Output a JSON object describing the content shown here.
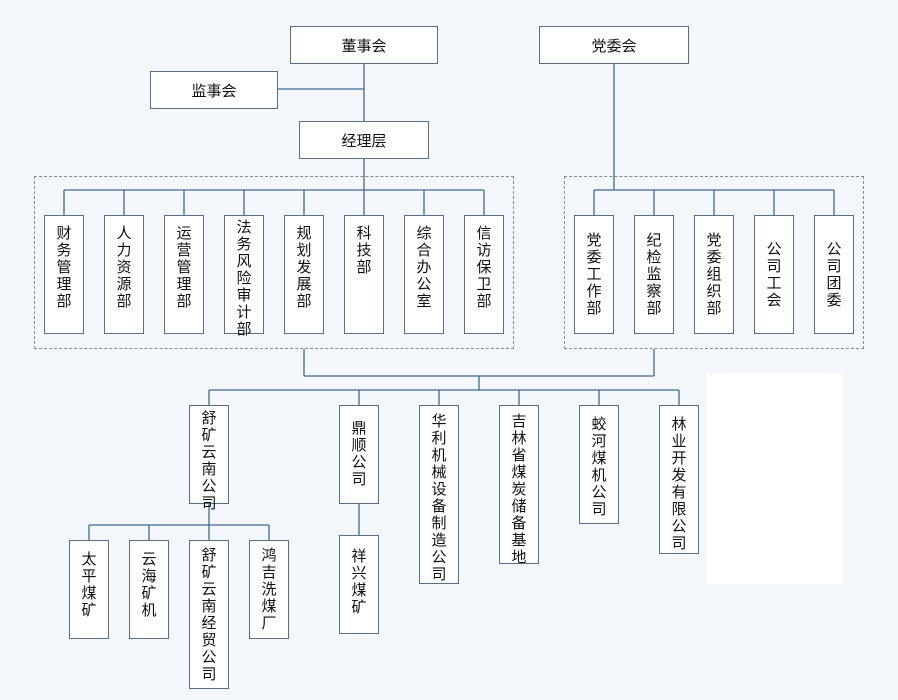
{
  "top": {
    "board": "董事会",
    "supervisory": "监事会",
    "management": "经理层",
    "party_committee": "党委会"
  },
  "departments": [
    "财务管理部",
    "人力资源部",
    "运营管理部",
    "法务风险审计部",
    "规划发展部",
    "科技部",
    "综合办公室",
    "信访保卫部"
  ],
  "party_departments": [
    "党委工作部",
    "纪检监察部",
    "党委组织部",
    "公司工会",
    "公司团委"
  ],
  "subsidiaries": [
    "舒矿云南公司",
    "鼎顺公司",
    "华利机械设备制造公司",
    "吉林省煤炭储备基地",
    "蛟河煤机公司",
    "林业开发有限公司"
  ],
  "yunnan_units": [
    "太平煤矿",
    "云海矿机",
    "舒矿云南经贸公司",
    "鸿吉洗煤厂"
  ],
  "dingshun_units": [
    "祥兴煤矿"
  ],
  "colors": {
    "line": "#3f6a91",
    "box_border": "#5a6f86",
    "background": "#f4f7fb"
  }
}
